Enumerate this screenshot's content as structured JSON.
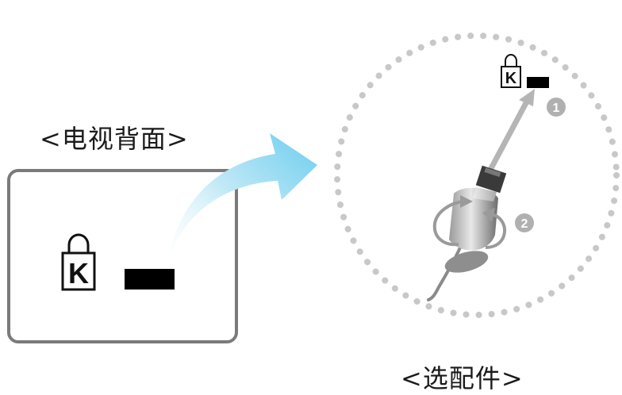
{
  "tv_back": {
    "caption": "<电视背面>",
    "lock_letter": "K"
  },
  "accessory": {
    "caption": "<选配件>",
    "lock_letter": "K",
    "step_labels": [
      "1",
      "2"
    ]
  },
  "colors": {
    "panel_border": "#7a7a7a",
    "slot": "#000000",
    "curved_arrow": "#7fd3ef",
    "insert_arrow": "#b5b5b5",
    "dotted_circle": "#c8c8c8",
    "step_badge": "#b0b0b0"
  }
}
